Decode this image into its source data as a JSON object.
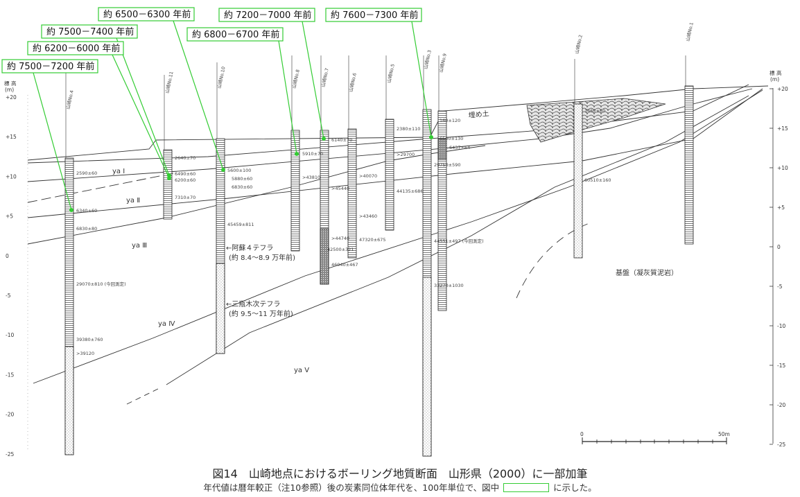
{
  "axis": {
    "title_chars": [
      "標",
      "高"
    ],
    "unit": "(m)",
    "ticks": [
      "+20",
      "+15",
      "+10",
      "+5",
      "0",
      "-5",
      "-10",
      "-15",
      "-20",
      "-25"
    ]
  },
  "green_labels": [
    "約 6500－6300 年前",
    "約 7200－7000 年前",
    "約 7600－7300 年前",
    "約 7500－7400 年前",
    "約 6800－6700 年前",
    "約 6200－6000 年前",
    "約 7500－7200 年前"
  ],
  "bores": [
    {
      "name": "山崎No.4"
    },
    {
      "name": "山崎No.11"
    },
    {
      "name": "山崎No.10"
    },
    {
      "name": "山崎No.8"
    },
    {
      "name": "山崎No.7"
    },
    {
      "name": "山崎No.6"
    },
    {
      "name": "山崎No.5"
    },
    {
      "name": "山崎No.3"
    },
    {
      "name": "山崎No.9"
    },
    {
      "name": "山崎No.2"
    },
    {
      "name": "山崎No.1"
    }
  ],
  "dates": [
    "2590±60",
    "6340±60",
    "6830±80",
    "29070±810 (今回測定)",
    "39380±760",
    ">39120",
    "2640±70",
    "6490±60",
    "6200±60",
    "7310±70",
    "5600±100",
    "5880±60",
    "6830±60",
    "45459±811",
    "5910±70",
    ">43810",
    "6140±70",
    ">45440",
    ">44740",
    "42500±321",
    "46040±467",
    ">40070",
    ">43460",
    "47320±675",
    "2380±110",
    ">29700",
    "44135±686",
    "160±120",
    "6500±130",
    "6437±64",
    "29750±590",
    "44551±497 (今回測定)",
    "33270±1030",
    "1460±60",
    "60510±160"
  ],
  "units": [
    "ya Ⅰ",
    "ya Ⅱ",
    "ya Ⅲ",
    "ya Ⅳ",
    "ya Ⅴ"
  ],
  "annotations": {
    "aso4": "←阿蘇４テフラ",
    "aso4_age": "(約 8.4～8.9 万年前)",
    "sanbe": "←三瓶木次テフラ",
    "sanbe_age": "(約 9.5～11 万年前)",
    "bedrock": "基盤（凝灰質泥岩）",
    "fill": "埋め土"
  },
  "scale": {
    "start": "0",
    "end": "50m"
  },
  "caption": {
    "title": "図14　山崎地点におけるボーリング地質断面　山形県（2000）に一部加筆",
    "note_before": "年代値は暦年較正（注10参照）後の炭素同位体年代を、100年単位で、図中",
    "note_after": "に示した。"
  },
  "colors": {
    "highlight": "#33cc33",
    "line": "#333333"
  }
}
